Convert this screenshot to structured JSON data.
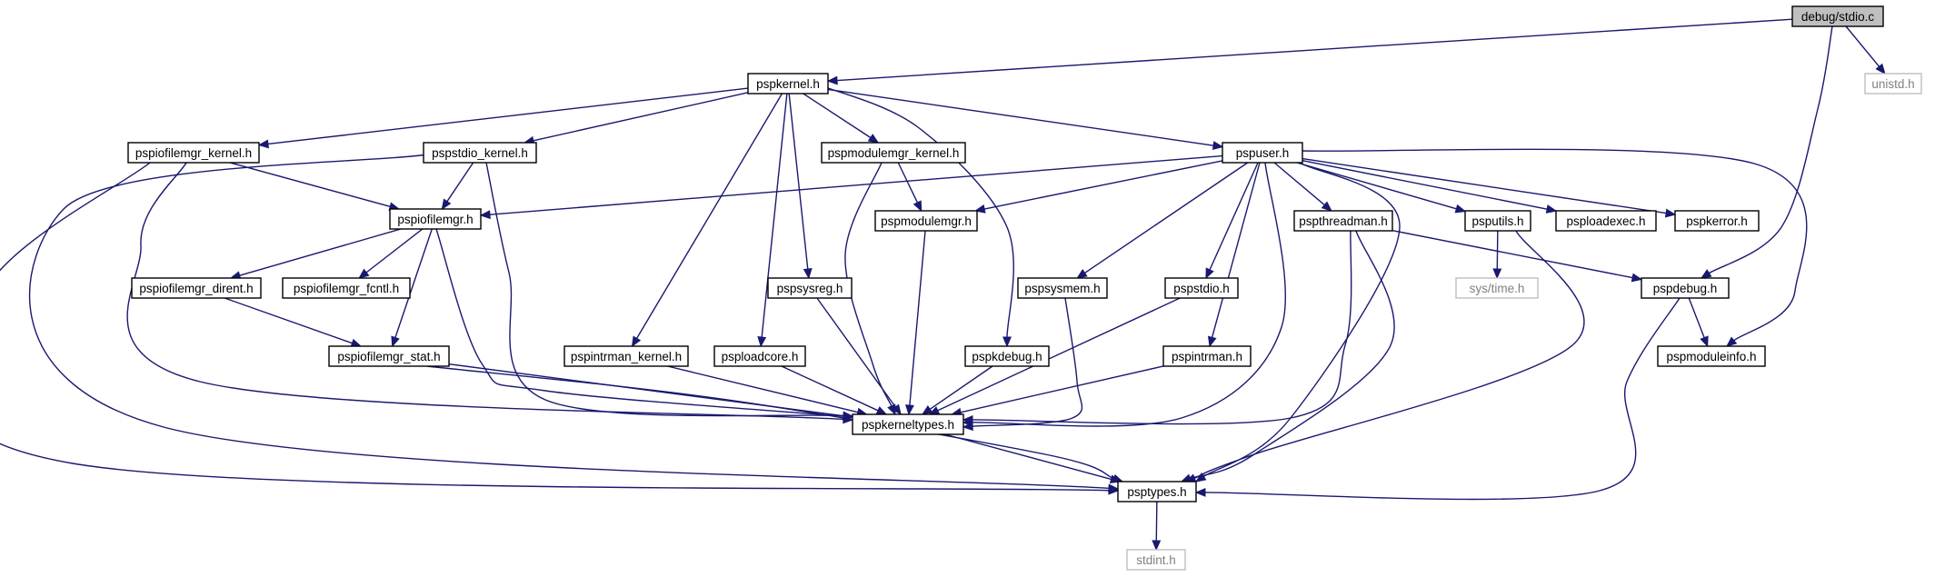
{
  "graph": {
    "nodes": [
      {
        "id": "stdio_c",
        "label": "debug/stdio.c",
        "kind": "root"
      },
      {
        "id": "unistd",
        "label": "unistd.h",
        "kind": "external"
      },
      {
        "id": "pspkernel",
        "label": "pspkernel.h",
        "kind": "header"
      },
      {
        "id": "pspiofilemgr_kernel",
        "label": "pspiofilemgr_kernel.h",
        "kind": "header"
      },
      {
        "id": "pspstdio_kernel",
        "label": "pspstdio_kernel.h",
        "kind": "header"
      },
      {
        "id": "pspmodulemgr_kernel",
        "label": "pspmodulemgr_kernel.h",
        "kind": "header"
      },
      {
        "id": "pspuser",
        "label": "pspuser.h",
        "kind": "header"
      },
      {
        "id": "pspiofilemgr",
        "label": "pspiofilemgr.h",
        "kind": "header"
      },
      {
        "id": "pspmodulemgr",
        "label": "pspmodulemgr.h",
        "kind": "header"
      },
      {
        "id": "pspthreadman",
        "label": "pspthreadman.h",
        "kind": "header"
      },
      {
        "id": "psputils",
        "label": "psputils.h",
        "kind": "header"
      },
      {
        "id": "psploadexec",
        "label": "psploadexec.h",
        "kind": "header"
      },
      {
        "id": "pspkerror",
        "label": "pspkerror.h",
        "kind": "header"
      },
      {
        "id": "pspiofilemgr_dirent",
        "label": "pspiofilemgr_dirent.h",
        "kind": "header"
      },
      {
        "id": "pspiofilemgr_fcntl",
        "label": "pspiofilemgr_fcntl.h",
        "kind": "header"
      },
      {
        "id": "pspsysreg",
        "label": "pspsysreg.h",
        "kind": "header"
      },
      {
        "id": "pspsysmem",
        "label": "pspsysmem.h",
        "kind": "header"
      },
      {
        "id": "pspstdio",
        "label": "pspstdio.h",
        "kind": "header"
      },
      {
        "id": "systime",
        "label": "sys/time.h",
        "kind": "external"
      },
      {
        "id": "pspdebug",
        "label": "pspdebug.h",
        "kind": "header"
      },
      {
        "id": "pspiofilemgr_stat",
        "label": "pspiofilemgr_stat.h",
        "kind": "header"
      },
      {
        "id": "pspintrman_kernel",
        "label": "pspintrman_kernel.h",
        "kind": "header"
      },
      {
        "id": "psploadcore",
        "label": "psploadcore.h",
        "kind": "header"
      },
      {
        "id": "pspkdebug",
        "label": "pspkdebug.h",
        "kind": "header"
      },
      {
        "id": "pspintrman",
        "label": "pspintrman.h",
        "kind": "header"
      },
      {
        "id": "pspmoduleinfo",
        "label": "pspmoduleinfo.h",
        "kind": "header"
      },
      {
        "id": "pspkerneltypes",
        "label": "pspkerneltypes.h",
        "kind": "header"
      },
      {
        "id": "psptypes",
        "label": "psptypes.h",
        "kind": "header"
      },
      {
        "id": "stdint",
        "label": "stdint.h",
        "kind": "external"
      }
    ],
    "edges": [
      {
        "from": "stdio_c",
        "to": "pspkernel"
      },
      {
        "from": "stdio_c",
        "to": "unistd"
      },
      {
        "from": "stdio_c",
        "to": "pspdebug"
      },
      {
        "from": "pspkernel",
        "to": "pspiofilemgr_kernel"
      },
      {
        "from": "pspkernel",
        "to": "pspstdio_kernel"
      },
      {
        "from": "pspkernel",
        "to": "pspmodulemgr_kernel"
      },
      {
        "from": "pspkernel",
        "to": "pspuser"
      },
      {
        "from": "pspkernel",
        "to": "pspkdebug"
      },
      {
        "from": "pspkernel",
        "to": "pspintrman_kernel"
      },
      {
        "from": "pspkernel",
        "to": "psploadcore"
      },
      {
        "from": "pspkernel",
        "to": "pspsysreg"
      },
      {
        "from": "pspiofilemgr_kernel",
        "to": "pspiofilemgr"
      },
      {
        "from": "pspiofilemgr_kernel",
        "to": "pspkerneltypes"
      },
      {
        "from": "pspiofilemgr_kernel",
        "to": "psptypes"
      },
      {
        "from": "pspstdio_kernel",
        "to": "pspiofilemgr"
      },
      {
        "from": "pspstdio_kernel",
        "to": "pspkerneltypes"
      },
      {
        "from": "pspstdio_kernel",
        "to": "psptypes"
      },
      {
        "from": "pspmodulemgr_kernel",
        "to": "pspmodulemgr"
      },
      {
        "from": "pspmodulemgr_kernel",
        "to": "pspkerneltypes"
      },
      {
        "from": "pspuser",
        "to": "pspiofilemgr"
      },
      {
        "from": "pspuser",
        "to": "pspmodulemgr"
      },
      {
        "from": "pspuser",
        "to": "pspthreadman"
      },
      {
        "from": "pspuser",
        "to": "psputils"
      },
      {
        "from": "pspuser",
        "to": "psploadexec"
      },
      {
        "from": "pspuser",
        "to": "pspkerror"
      },
      {
        "from": "pspuser",
        "to": "pspmoduleinfo"
      },
      {
        "from": "pspuser",
        "to": "pspsysmem"
      },
      {
        "from": "pspuser",
        "to": "pspstdio"
      },
      {
        "from": "pspuser",
        "to": "pspintrman"
      },
      {
        "from": "pspuser",
        "to": "pspkerneltypes"
      },
      {
        "from": "pspuser",
        "to": "psptypes"
      },
      {
        "from": "pspiofilemgr",
        "to": "pspiofilemgr_dirent"
      },
      {
        "from": "pspiofilemgr",
        "to": "pspiofilemgr_fcntl"
      },
      {
        "from": "pspiofilemgr",
        "to": "pspiofilemgr_stat"
      },
      {
        "from": "pspiofilemgr",
        "to": "pspkerneltypes"
      },
      {
        "from": "pspiofilemgr_dirent",
        "to": "pspiofilemgr_stat"
      },
      {
        "from": "pspiofilemgr_stat",
        "to": "pspkerneltypes"
      },
      {
        "from": "pspiofilemgr_stat",
        "to": "psptypes"
      },
      {
        "from": "pspmodulemgr",
        "to": "pspkerneltypes"
      },
      {
        "from": "pspthreadman",
        "to": "pspdebug"
      },
      {
        "from": "pspthreadman",
        "to": "pspkerneltypes"
      },
      {
        "from": "pspthreadman",
        "to": "psptypes"
      },
      {
        "from": "psputils",
        "to": "systime"
      },
      {
        "from": "psputils",
        "to": "psptypes"
      },
      {
        "from": "pspdebug",
        "to": "pspmoduleinfo"
      },
      {
        "from": "pspdebug",
        "to": "psptypes"
      },
      {
        "from": "pspsysreg",
        "to": "pspkerneltypes"
      },
      {
        "from": "pspsysmem",
        "to": "pspkerneltypes"
      },
      {
        "from": "pspstdio",
        "to": "pspkerneltypes"
      },
      {
        "from": "pspintrman_kernel",
        "to": "pspkerneltypes"
      },
      {
        "from": "psploadcore",
        "to": "pspkerneltypes"
      },
      {
        "from": "pspkdebug",
        "to": "pspkerneltypes"
      },
      {
        "from": "pspintrman",
        "to": "pspkerneltypes"
      },
      {
        "from": "pspkerneltypes",
        "to": "psptypes"
      },
      {
        "from": "psptypes",
        "to": "stdint"
      }
    ]
  },
  "colors": {
    "edge": "#191970",
    "root_fill": "#bfbfbf",
    "external_border": "#bfbfbf",
    "external_text": "#7f7f7f"
  }
}
